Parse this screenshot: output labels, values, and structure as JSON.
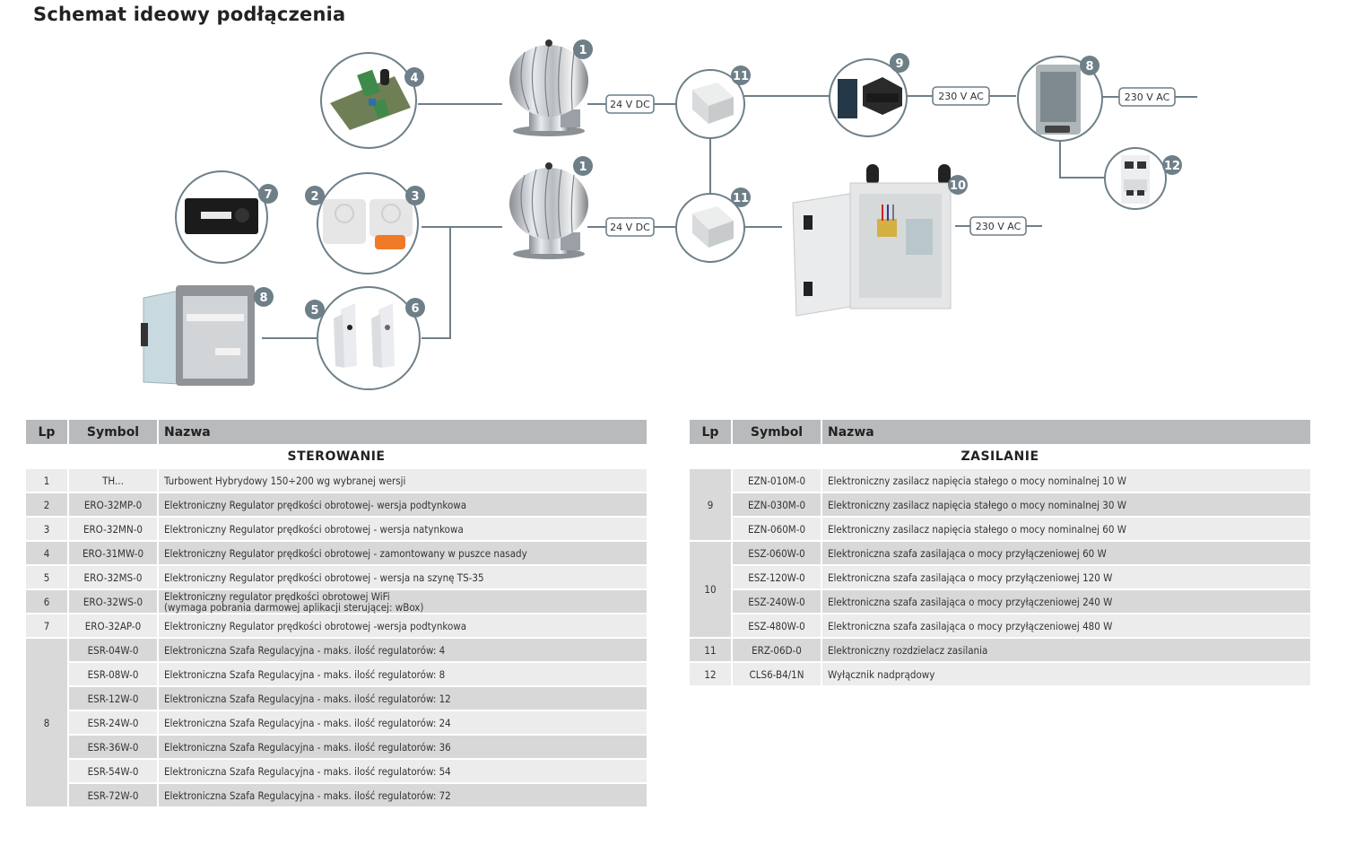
{
  "page": {
    "title": "Schemat ideowy podłączenia"
  },
  "colors": {
    "line": "#6e7f88",
    "badge": "#6e7f88",
    "header_bg": "#b9babc",
    "row_light": "#ececec",
    "row_dark": "#d8d8d8"
  },
  "diagram": {
    "nodes": [
      {
        "id": "n4",
        "badges": [
          "4"
        ],
        "depicts": "pcb-regulator"
      },
      {
        "id": "n1a",
        "badges": [
          "1"
        ],
        "depicts": "turbine-ventilator"
      },
      {
        "id": "n11a",
        "badges": [
          "11"
        ],
        "depicts": "junction-box"
      },
      {
        "id": "n9",
        "badges": [
          "9"
        ],
        "depicts": "din-power-supply"
      },
      {
        "id": "n8a",
        "badges": [
          "8"
        ],
        "depicts": "distribution-box"
      },
      {
        "id": "n12",
        "badges": [
          "12"
        ],
        "depicts": "circuit-breaker"
      },
      {
        "id": "n7",
        "badges": [
          "7"
        ],
        "depicts": "black-regulator-panel"
      },
      {
        "id": "n23",
        "badges": [
          "2",
          "3"
        ],
        "depicts": "wall-regulators"
      },
      {
        "id": "n1b",
        "badges": [
          "1"
        ],
        "depicts": "turbine-ventilator"
      },
      {
        "id": "n11b",
        "badges": [
          "11"
        ],
        "depicts": "junction-box"
      },
      {
        "id": "n10",
        "badges": [
          "10"
        ],
        "depicts": "power-cabinet"
      },
      {
        "id": "n8b",
        "badges": [
          "8"
        ],
        "depicts": "regulation-cabinet"
      },
      {
        "id": "n56",
        "badges": [
          "5",
          "6"
        ],
        "depicts": "din-rail-regulators"
      }
    ],
    "labels": {
      "dc_top": "24 V DC",
      "dc_bottom": "24 V DC",
      "ac_9_8": "230 V AC",
      "ac_8_out": "230 V AC",
      "ac_10_out": "230 V AC"
    }
  },
  "tables": {
    "left": {
      "headers": {
        "lp": "Lp",
        "symbol": "Symbol",
        "name": "Nazwa"
      },
      "section": "STEROWANIE",
      "rows": [
        {
          "lp": "1",
          "symbol": "TH...",
          "name": "Turbowent Hybrydowy 150÷200 wg wybranej wersji"
        },
        {
          "lp": "2",
          "symbol": "ERO-32MP-0",
          "name": "Elektroniczny Regulator prędkości obrotowej- wersja podtynkowa"
        },
        {
          "lp": "3",
          "symbol": "ERO-32MN-0",
          "name": "Elektroniczny Regulator prędkości obrotowej - wersja natynkowa"
        },
        {
          "lp": "4",
          "symbol": "ERO-31MW-0",
          "name": "Elektroniczny Regulator prędkości obrotowej - zamontowany w puszce nasady"
        },
        {
          "lp": "5",
          "symbol": "ERO-32MS-0",
          "name": "Elektroniczny Regulator prędkości obrotowej - wersja na szynę TS-35"
        },
        {
          "lp": "6",
          "symbol": "ERO-32WS-0",
          "name": "Elektroniczny regulator prędkości obrotowej WiFi",
          "name2": "(wymaga pobrania darmowej aplikacji sterującej: wBox)"
        },
        {
          "lp": "7",
          "symbol": "ERO-32AP-0",
          "name": "Elektroniczny Regulator prędkości obrotowej -wersja podtynkowa"
        }
      ],
      "group8": {
        "lp": "8",
        "rows": [
          {
            "symbol": "ESR-04W-0",
            "name": "Elektroniczna Szafa Regulacyjna - maks. ilość regulatorów: 4"
          },
          {
            "symbol": "ESR-08W-0",
            "name": "Elektroniczna Szafa Regulacyjna - maks. ilość regulatorów: 8"
          },
          {
            "symbol": "ESR-12W-0",
            "name": "Elektroniczna Szafa Regulacyjna - maks. ilość regulatorów: 12"
          },
          {
            "symbol": "ESR-24W-0",
            "name": "Elektroniczna Szafa Regulacyjna - maks. ilość regulatorów: 24"
          },
          {
            "symbol": "ESR-36W-0",
            "name": "Elektroniczna Szafa Regulacyjna - maks. ilość regulatorów: 36"
          },
          {
            "symbol": "ESR-54W-0",
            "name": "Elektroniczna Szafa Regulacyjna - maks. ilość regulatorów: 54"
          },
          {
            "symbol": "ESR-72W-0",
            "name": "Elektroniczna Szafa Regulacyjna - maks. ilość regulatorów: 72"
          }
        ]
      }
    },
    "right": {
      "headers": {
        "lp": "Lp",
        "symbol": "Symbol",
        "name": "Nazwa"
      },
      "section": "ZASILANIE",
      "group9": {
        "lp": "9",
        "rows": [
          {
            "symbol": "EZN-010M-0",
            "name": "Elektroniczny zasilacz napięcia stałego o mocy nominalnej 10 W"
          },
          {
            "symbol": "EZN-030M-0",
            "name": "Elektroniczny zasilacz napięcia stałego o mocy nominalnej 30 W"
          },
          {
            "symbol": "EZN-060M-0",
            "name": "Elektroniczny zasilacz napięcia stałego o mocy nominalnej 60 W"
          }
        ]
      },
      "group10": {
        "lp": "10",
        "rows": [
          {
            "symbol": "ESZ-060W-0",
            "name": "Elektroniczna szafa zasilająca o mocy przyłączeniowej 60 W"
          },
          {
            "symbol": "ESZ-120W-0",
            "name": "Elektroniczna szafa zasilająca o mocy przyłączeniowej 120 W"
          },
          {
            "symbol": "ESZ-240W-0",
            "name": "Elektroniczna szafa zasilająca o mocy przyłączeniowej 240 W"
          },
          {
            "symbol": "ESZ-480W-0",
            "name": "Elektroniczna szafa zasilająca o mocy przyłączeniowej 480 W"
          }
        ]
      },
      "rows": [
        {
          "lp": "11",
          "symbol": "ERZ-06D-0",
          "name": "Elektroniczny rozdzielacz zasilania"
        },
        {
          "lp": "12",
          "symbol": "CLS6-B4/1N",
          "name": "Wyłącznik nadprądowy"
        }
      ]
    }
  }
}
